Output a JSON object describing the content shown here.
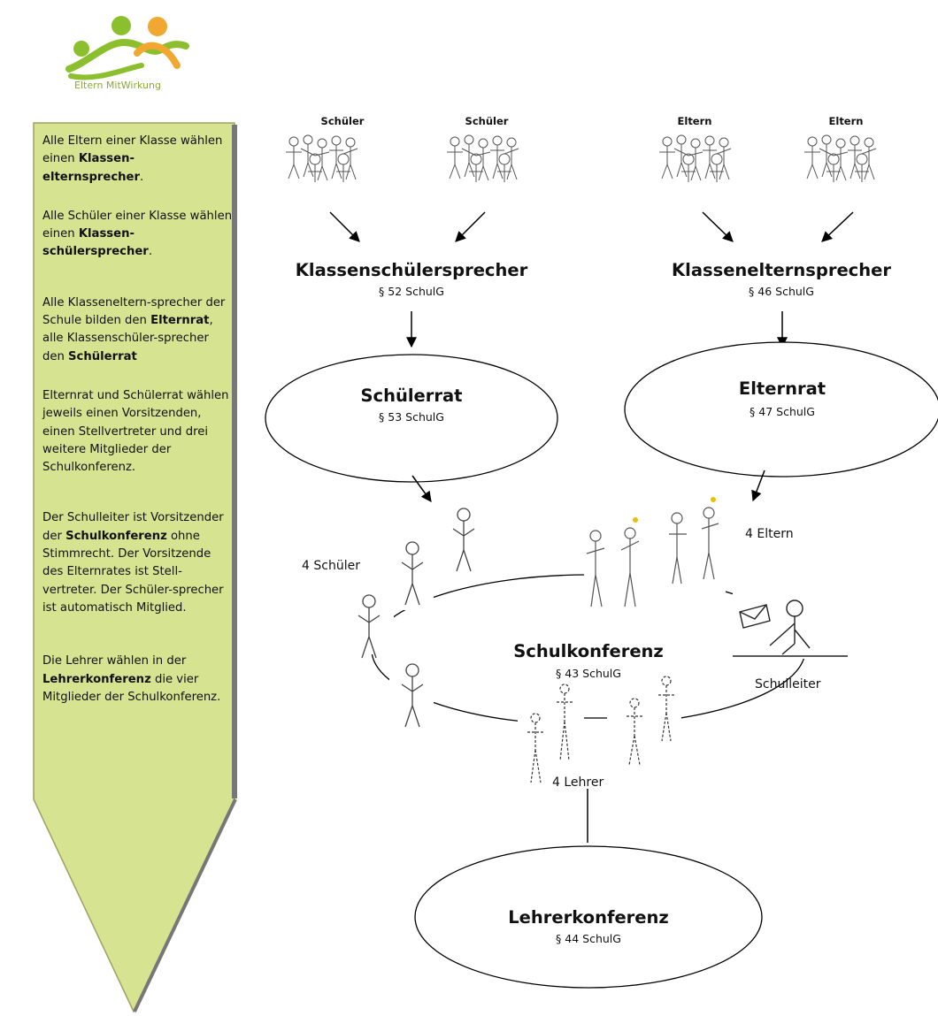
{
  "logo": {
    "text": "Eltern MitWirkung",
    "colors": {
      "green": "#8cbf2e",
      "orange": "#f0a830"
    }
  },
  "sidebar": {
    "fill": "#d6e391",
    "paragraphs": [
      [
        {
          "t": "Alle Eltern einer Klasse wählen einen "
        },
        {
          "t": "Klassen-elternsprecher",
          "b": true
        },
        {
          "t": "."
        }
      ],
      [
        {
          "t": "Alle Schüler einer Klasse wählen einen "
        },
        {
          "t": "Klassen-schülersprecher",
          "b": true
        },
        {
          "t": "."
        }
      ],
      [
        {
          "t": "Alle Klasseneltern-sprecher der Schule bilden den "
        },
        {
          "t": "Elternrat",
          "b": true
        },
        {
          "t": ", alle Klassenschüler-sprecher den "
        },
        {
          "t": "Schülerrat",
          "b": true
        }
      ],
      [
        {
          "t": "Elternrat und Schülerrat wählen jeweils einen Vorsitzenden, einen Stellvertreter und drei weitere Mitglieder der Schulkonferenz."
        }
      ],
      [
        {
          "t": "Der Schulleiter ist Vorsitzender der "
        },
        {
          "t": "Schulkonferenz",
          "b": true
        },
        {
          "t": " ohne Stimmrecht. Der Vorsitzende des Elternrates ist Stell-vertreter. Der Schüler-sprecher ist automatisch Mitglied."
        }
      ],
      [
        {
          "t": "Die Lehrer wählen in der "
        },
        {
          "t": "Lehrerkonferenz",
          "b": true
        },
        {
          "t": " die vier Mitglieder der Schulkonferenz."
        }
      ]
    ]
  },
  "diagram": {
    "groups": [
      "Schüler",
      "Schüler",
      "Eltern",
      "Eltern"
    ],
    "klassenschuelersprecher": {
      "title": "Klassenschülersprecher",
      "law": "§ 52 SchulG"
    },
    "klassenelternsprecher": {
      "title": "Klassenelternsprecher",
      "law": "§ 46 SchulG"
    },
    "schuelerrat": {
      "title": "Schülerrat",
      "law": "§ 53 SchulG"
    },
    "elternrat": {
      "title": "Elternrat",
      "law": "§ 47 SchulG"
    },
    "schulkonferenz": {
      "title": "Schulkonferenz",
      "law": "§ 43 SchulG"
    },
    "lehrerkonferenz": {
      "title": "Lehrerkonferenz",
      "law": "§ 44 SchulG"
    },
    "labels": {
      "schueler": "4 Schüler",
      "eltern": "4 Eltern",
      "lehrer": "4 Lehrer",
      "schulleiter": "Schulleiter"
    }
  }
}
